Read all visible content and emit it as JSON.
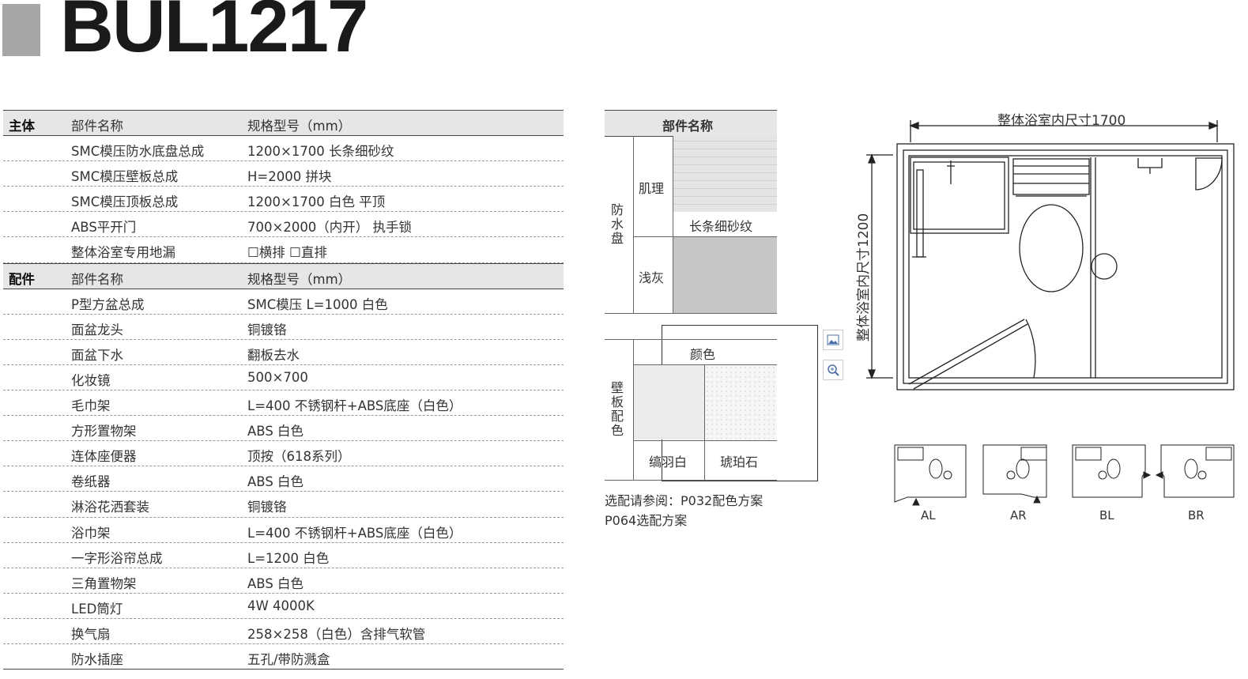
{
  "model": "BUL1217",
  "spec_table": {
    "main_section": {
      "header": [
        "主体",
        "部件名称",
        "规格型号（mm）"
      ],
      "rows": [
        [
          "SMC模压防水底盘总成",
          "1200×1700 长条细砂纹"
        ],
        [
          "SMC模压壁板总成",
          "H=2000 拼块"
        ],
        [
          "SMC模压顶板总成",
          "1200×1700  白色 平顶"
        ],
        [
          "ABS平开门",
          "700×2000（内开） 执手锁"
        ],
        [
          "整体浴室专用地漏",
          "☐横排 ☐直排"
        ]
      ]
    },
    "accessory_section": {
      "header": [
        "配件",
        "部件名称",
        "规格型号（mm）"
      ],
      "rows": [
        [
          "P型方盆总成",
          "SMC模压 L=1000 白色"
        ],
        [
          "面盆龙头",
          "铜镀铬"
        ],
        [
          "面盆下水",
          "翻板去水"
        ],
        [
          "化妆镜",
          "500×700"
        ],
        [
          "毛巾架",
          "L=400 不锈钢杆+ABS底座（白色）"
        ],
        [
          "方形置物架",
          "ABS 白色"
        ],
        [
          "连体座便器",
          "顶按（618系列）"
        ],
        [
          "卷纸器",
          "ABS 白色"
        ],
        [
          "淋浴花洒套装",
          "铜镀铬"
        ],
        [
          "浴巾架",
          "L=400 不锈钢杆+ABS底座（白色）"
        ],
        [
          "一字形浴帘总成",
          "L=1200 白色"
        ],
        [
          "三角置物架",
          "ABS 白色"
        ],
        [
          "LED筒灯",
          "4W 4000K"
        ],
        [
          "换气扇",
          "258×258（白色）含排气软管"
        ],
        [
          "防水插座",
          "五孔/带防溅盒"
        ]
      ]
    }
  },
  "color_panel": {
    "header": "部件名称",
    "tray": {
      "group": "防水盘",
      "texture_label": "肌理",
      "texture_name": "长条细砂纹",
      "color_label": "浅灰"
    },
    "wall": {
      "group": "壁板配色",
      "color_header": "颜色",
      "options": [
        "缟羽白",
        "琥珀石"
      ]
    },
    "colors": {
      "gray": "#c8c8c8",
      "tile": "#e4e4e4",
      "white": "#f3f3f3"
    }
  },
  "note": [
    "选配请参阅：P032配色方案",
    "P064选配方案"
  ],
  "floor_plan": {
    "width_label": "整体浴室内尺寸1700",
    "depth_label": "整体浴室内尺寸1200"
  },
  "variants": [
    "AL",
    "AR",
    "BL",
    "BR"
  ],
  "tools": {
    "image_icon": "image-icon",
    "zoom_icon": "zoom-in-icon"
  }
}
